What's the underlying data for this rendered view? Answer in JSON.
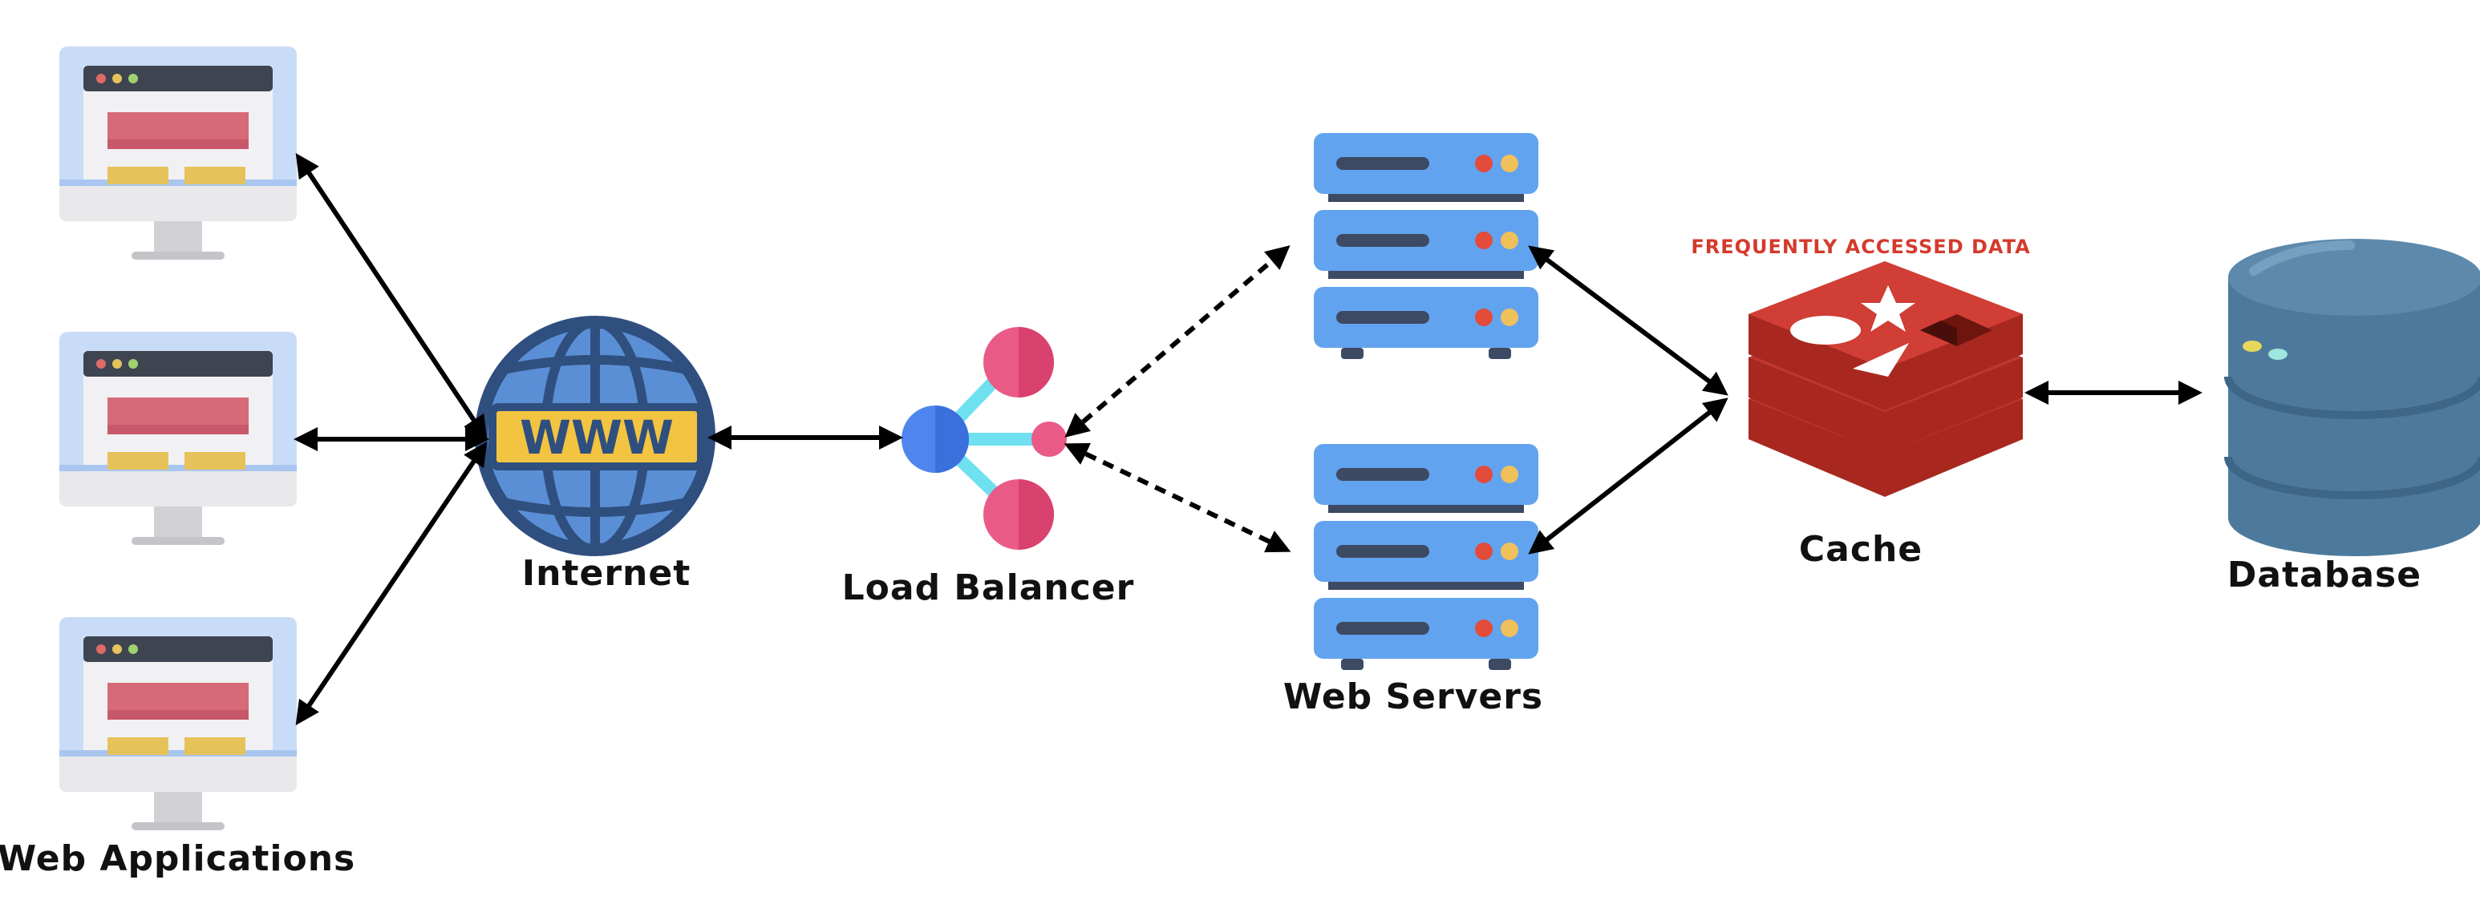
{
  "labels": {
    "web_applications": "Web Applications",
    "internet": "Internet",
    "www": "WWW",
    "load_balancer": "Load Balancer",
    "web_servers": "Web Servers",
    "cache": "Cache",
    "cache_note": "FREQUENTLY ACCESSED DATA",
    "database": "Database"
  },
  "colors": {
    "monitor_frame": "#c9dcf7",
    "monitor_bezel": "#e9e9ec",
    "screen_bar": "#3f4451",
    "screen_block": "#d66a78",
    "screen_buttons": "#e6c25a",
    "globe": "#2f4f7f",
    "globe_fill": "#5a8fd6",
    "www_banner": "#f2c441",
    "lb_node": "#4f86ee",
    "lb_pink": "#ea5a86",
    "lb_link": "#6fe0ef",
    "server": "#62a3ef",
    "server_dark": "#3d4a63",
    "cache_red": "#c0372f",
    "cache_note": "#d43a2c",
    "database": "#4d7a9c",
    "arrow": "#000000"
  },
  "icons": [
    "monitor-icon",
    "globe-icon",
    "load-balancer-icon",
    "server-rack-icon",
    "redis-cache-icon",
    "database-cylinder-icon"
  ]
}
